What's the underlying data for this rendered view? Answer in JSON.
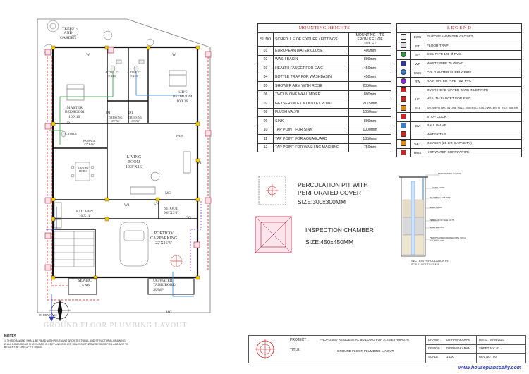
{
  "plan": {
    "title": "GROUND FLOOR PLUMBING LAYOUT",
    "rooms": [
      {
        "name": "TREES\nAND\nGARDEN"
      },
      {
        "name": "MASTER\nBEDROOM\n10'X16'"
      },
      {
        "name": "A.TOILET\n6'X10'"
      },
      {
        "name": "A.TOILET\n6'X10'"
      },
      {
        "name": "KID'S\nBEDROOM\n10'X16'"
      },
      {
        "name": "DRESSING\n4'6\"X6'"
      },
      {
        "name": "DRESSING\n4'6\"X6'"
      },
      {
        "name": "LIVING\nROOM\n19'3\"X16'"
      },
      {
        "name": "C.TOILET"
      },
      {
        "name": "PASSAGE\n4'3\"X4'6\""
      },
      {
        "name": "DINING\nHOB 6'"
      },
      {
        "name": "KITCHEN\n10'X11'"
      },
      {
        "name": "SITOUT\n9'6\"X3'6\""
      },
      {
        "name": "PORTICO/\nCARPARKING\n22'X16'3\""
      },
      {
        "name": "SEPTIC\nTANK"
      },
      {
        "name": "UG WATER\nTANK/BORE/\nSUMP"
      }
    ],
    "marks": {
      "w": "W",
      "d1": "D1",
      "d": "D",
      "md": "MD",
      "lw": "LW",
      "w1": "W1",
      "gg": "GG",
      "mg": "MG",
      "pass": "PASS",
      "to_drainage": "TO DRAINAGE"
    }
  },
  "mounting": {
    "title": "MOUNTING HEIGHTS",
    "headers": [
      "SL NO",
      "SCHEDULE OF FIXTURE / FITTINGS",
      "MOUNTING HTS FROM F.F.L OF TOILET"
    ],
    "rows": [
      [
        "01",
        "EUROPEAN WATER CLOSET",
        "400mm"
      ],
      [
        "02",
        "WASH BASIN",
        "800mm"
      ],
      [
        "03",
        "HEALTH FAUCET FOR EWC",
        "450mm"
      ],
      [
        "04",
        "BOTTLE TRAP FOR WASHBASIN",
        "450mm"
      ],
      [
        "05",
        "SHOWER ARM WITH ROSE",
        "2050mm"
      ],
      [
        "06",
        "TWO IN ONE WALL MIXER",
        "800mm"
      ],
      [
        "07",
        "GEYSER INLET & OUTLET POINT",
        "2175mm"
      ],
      [
        "08",
        "FLUSH VALVE",
        "1050mm"
      ],
      [
        "09",
        "SINK",
        "800mm"
      ],
      [
        "10",
        "TAP POINT FOR SINK",
        "1000mm"
      ],
      [
        "11",
        "TAP POINT FOR AQUAGUARD",
        "1350mm"
      ],
      [
        "12",
        "TAP POINT FOR WASHING MACHINE",
        "750mm"
      ]
    ]
  },
  "legend": {
    "title": "L E G E N D",
    "rows": [
      {
        "code": "EWC",
        "label": "EUROPEAN WATER CLOSET",
        "icon": "toilet-icon"
      },
      {
        "code": "FT",
        "label": "FLOOR TRAP",
        "icon": "floor-trap-icon"
      },
      {
        "code": "SP",
        "label": "SOIL PIPE 100 Ø PVC",
        "icon": "soil-pipe-icon",
        "color": "#2a9a3a"
      },
      {
        "code": "WP",
        "label": "WASTE PIPE 75 Ø PVC",
        "icon": "waste-pipe-icon",
        "color": "#2a3ab8"
      },
      {
        "code": "CWS",
        "label": "COLD WATER SUPPLY PIPE",
        "icon": "cold-water-icon",
        "color": "#2e7fd8"
      },
      {
        "code": "RW",
        "label": "RAIN WATER PIPE 75Ø PVC",
        "icon": "rain-water-icon",
        "color": "#8a2be2"
      },
      {
        "code": "",
        "label": "OVER HEAD WATER TANK INLET PIPE",
        "icon": "overhead-tank-icon"
      },
      {
        "code": "HF",
        "label": "HEALTH FAUCET FOR EWC",
        "icon": "health-faucet-icon"
      },
      {
        "code": "SH",
        "label": "SHOWER (TWO IN ONE WALL MIXER) C- COLD WATER, H - HOT WATER",
        "icon": "shower-icon"
      },
      {
        "code": "",
        "label": "STOP COCK",
        "icon": "stop-cock-icon"
      },
      {
        "code": "BV",
        "label": "BALL VALVE",
        "icon": "ball-valve-icon"
      },
      {
        "code": "",
        "label": "WATER TAP",
        "icon": "water-tap-icon"
      },
      {
        "code": "GEY",
        "label": "GEYSER (25 LIT. CAPACITY)",
        "icon": "geyser-icon"
      },
      {
        "code": "HWS",
        "label": "HOT WATER SUPPLY PIPE",
        "icon": "hot-water-icon"
      }
    ],
    "colors": {
      "red": "#d42020",
      "blue": "#2e7fd8",
      "green": "#2a9a3a",
      "purple": "#8a2be2",
      "orange": "#e08a10"
    }
  },
  "pit": {
    "title": "PERCULATION PIT WITH PERFORATED COVER",
    "size": "SIZE:300x300MM",
    "section_title": "SECTION PERCULATION PIT",
    "section_scale": "SCALE : NOT TO SCALE",
    "section_notes": [
      "PERFORATED COVER",
      "VENT COWL",
      "PLUMBING 20Ø PIPE",
      "SOAK SAND",
      "PEBBLES OF SIZE 10-75",
      "SAND FILLING",
      "75 Ø PVC PERFORATED PIPE WITH NYLON CLOTH"
    ]
  },
  "chamber": {
    "title": "INSPECTION CHAMBER",
    "size": "SIZE:450x450MM"
  },
  "notes": {
    "heading": "NOTES",
    "lines": [
      "1. THIS DRAWING SHALL BE READ WITH RELEVANT ARCHITECTURAL AND STRUCTURAL DRAWING",
      "2. ALL DIMENSIONS SHOWN ARE IN FEET AND INCHES, UNLESS OTHERWISE SPECIFIED AND ARE TO",
      "   BE CENTRE LINE OF FITTINGS."
    ]
  },
  "titleblock": {
    "project_label": "PROJECT :",
    "project": "PROPOSED RESIDENTIAL BUILDING FOR A.S.SETHUPATHI",
    "title_label": "TITLE:",
    "title": "GROUND FLOOR PLUMBING LAYOUT",
    "drawn_label": "DRAWN :",
    "drawn": "D.PRABAKARAN",
    "design_label": "DESIGN :",
    "design": "D.PRABAKARAN",
    "scale_label": "SCALE :",
    "scale": "1:100",
    "date_label": "DATE : 29/04/2023",
    "sheet_label": "SHEET No : 01",
    "rev_label": "REV NO : 00"
  },
  "watermark": "www.houseplansdaily.com"
}
